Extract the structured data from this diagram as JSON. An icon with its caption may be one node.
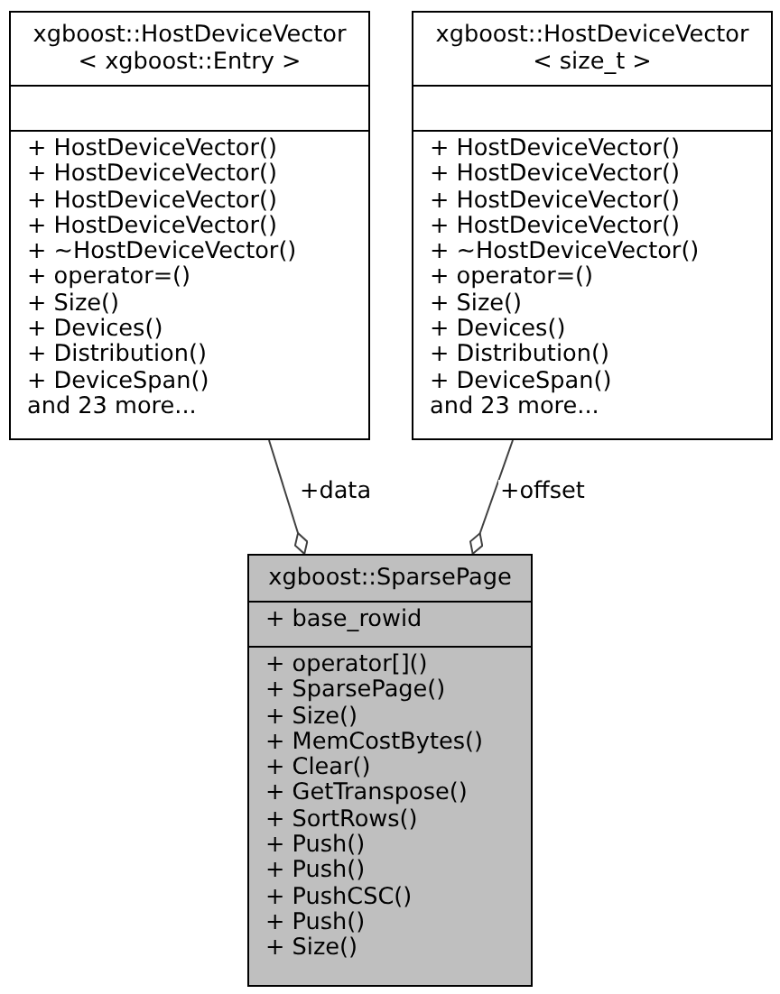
{
  "diagram": {
    "nodes": [
      {
        "text": [
          "xgboost::HostDeviceVector < xgboost::Entry >"
        ]
      },
      {
        "text": [],
        "shape": "box",
        "in": 0
      },
      {
        "text": [
          "+ HostDeviceVector()",
          "+ HostDeviceVector()",
          "+ HostDeviceVector()",
          "+ HostDeviceVector()",
          "+ ~HostDeviceVector()",
          "+ operator=()",
          "+ Size()",
          "+ Devices()",
          "+ Distribution()",
          "+ DeviceSpan()",
          "and 23 more..."
        ],
        "in": 0
      },
      {
        "text": [
          "xgboost::HostDeviceVector < size_t >"
        ]
      },
      {
        "text": [],
        "shape": "box",
        "in": 3
      },
      {
        "text": [
          "+ HostDeviceVector()",
          "+ HostDeviceVector()",
          "+ HostDeviceVector()",
          "+ HostDeviceVector()",
          "+ ~HostDeviceVector()",
          "+ operator=()",
          "+ Size()",
          "+ Devices()",
          "+ Distribution()",
          "+ DeviceSpan()",
          "and 23 more..."
        ],
        "in": 3
      },
      {
        "text": [
          "xgboost::SparsePage"
        ]
      },
      {
        "text": [
          "+ base_rowid"
        ],
        "in": 6
      },
      {
        "text": [
          "+ operator[]()",
          "+ SparsePage()",
          "+ Size()",
          "+ MemCostBytes()",
          "+ Clear()",
          "+ GetTranspose()",
          "+ SortRows()",
          "+ Push()",
          "+ Push()",
          "+ PushCSC()",
          "+ Push()",
          "+ Size()"
        ],
        "in": 6
      }
    ],
    "edges": [
      {
        "from": 0,
        "to": 6,
        "arrow": "other",
        "label": "+data"
      },
      {
        "from": 3,
        "to": 6,
        "arrow": "other",
        "label": "+offset"
      }
    ]
  }
}
